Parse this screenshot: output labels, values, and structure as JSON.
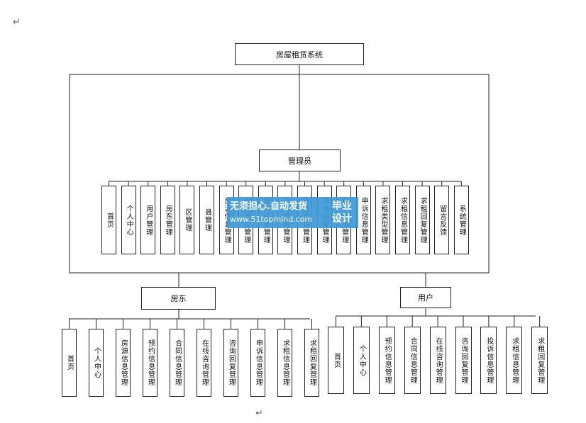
{
  "return_marks": {
    "top": "↵",
    "bottom": "↵"
  },
  "root": "房屋租赁系统",
  "admin": {
    "title": "管理员",
    "items": [
      "首页",
      "个人中心",
      "用户管理",
      "房东管理",
      "区管理",
      "县管理",
      "房源信息管理",
      "房屋类型管理",
      "预约信息管理",
      "合同信息管理",
      "在线咨询管理",
      "咨询回复管理",
      "投诉信息管理",
      "申诉信息管理",
      "求租类型管理",
      "求租信息管理",
      "求租回复管理",
      "留言反馈",
      "系统管理"
    ]
  },
  "landlord": {
    "title": "房东",
    "items": [
      "首页",
      "个人中心",
      "房源信息管理",
      "预约信息管理",
      "合同信息管理",
      "在线咨询管理",
      "咨询回复管理",
      "申诉信息管理",
      "求租信息管理",
      "求租回复管理"
    ]
  },
  "user": {
    "title": "用户",
    "items": [
      "首页",
      "个人中心",
      "预约信息管理",
      "合同信息管理",
      "在线咨询管理",
      "咨询回复管理",
      "投诉信息管理",
      "求租信息管理",
      "求租回复管理"
    ]
  },
  "watermark": {
    "line1": "无须担心.自动发货",
    "line2": "www.51topmind.com",
    "badge": "毕业设计"
  }
}
